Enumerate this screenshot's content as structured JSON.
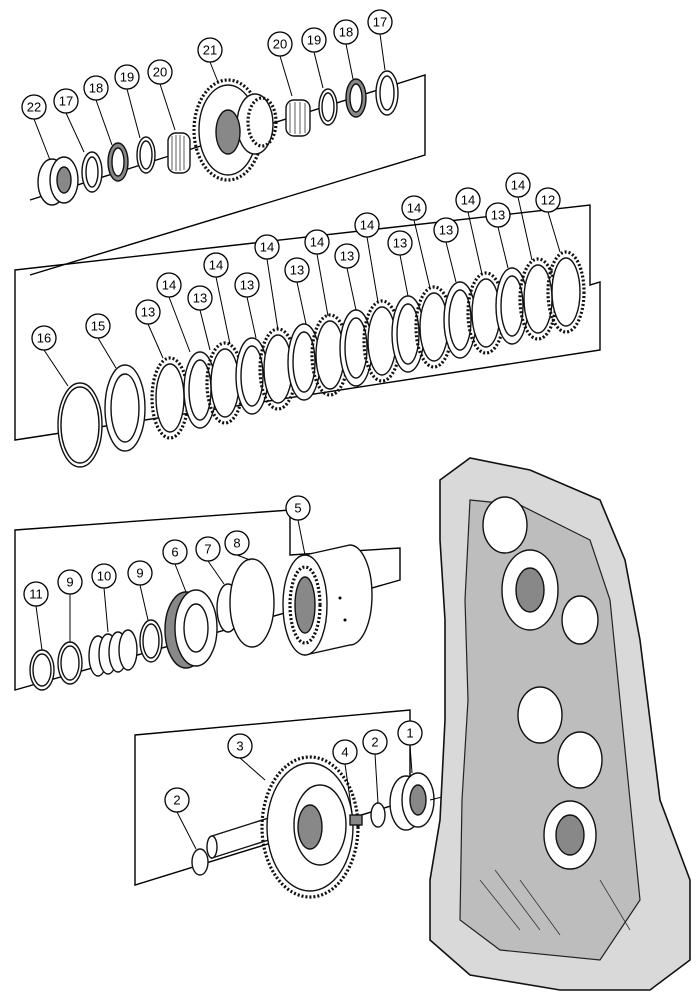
{
  "callouts": [
    {
      "id": "c22",
      "label": "22"
    },
    {
      "id": "c17a",
      "label": "17"
    },
    {
      "id": "c18a",
      "label": "18"
    },
    {
      "id": "c19a",
      "label": "19"
    },
    {
      "id": "c20a",
      "label": "20"
    },
    {
      "id": "c21",
      "label": "21"
    },
    {
      "id": "c20b",
      "label": "20"
    },
    {
      "id": "c19b",
      "label": "19"
    },
    {
      "id": "c18b",
      "label": "18"
    },
    {
      "id": "c17b",
      "label": "17"
    },
    {
      "id": "c16",
      "label": "16"
    },
    {
      "id": "c15",
      "label": "15"
    },
    {
      "id": "c13a",
      "label": "13"
    },
    {
      "id": "c14a",
      "label": "14"
    },
    {
      "id": "c13b",
      "label": "13"
    },
    {
      "id": "c14b",
      "label": "14"
    },
    {
      "id": "c13c",
      "label": "13"
    },
    {
      "id": "c14c",
      "label": "14"
    },
    {
      "id": "c13d",
      "label": "13"
    },
    {
      "id": "c14d",
      "label": "14"
    },
    {
      "id": "c13e",
      "label": "13"
    },
    {
      "id": "c14e",
      "label": "14"
    },
    {
      "id": "c13f",
      "label": "13"
    },
    {
      "id": "c14f",
      "label": "14"
    },
    {
      "id": "c13g",
      "label": "13"
    },
    {
      "id": "c14g",
      "label": "14"
    },
    {
      "id": "c13h",
      "label": "13"
    },
    {
      "id": "c14h",
      "label": "14"
    },
    {
      "id": "c12",
      "label": "12"
    },
    {
      "id": "c11",
      "label": "11"
    },
    {
      "id": "c9a",
      "label": "9"
    },
    {
      "id": "c10",
      "label": "10"
    },
    {
      "id": "c9b",
      "label": "9"
    },
    {
      "id": "c6",
      "label": "6"
    },
    {
      "id": "c7",
      "label": "7"
    },
    {
      "id": "c8",
      "label": "8"
    },
    {
      "id": "c5",
      "label": "5"
    },
    {
      "id": "c2a",
      "label": "2"
    },
    {
      "id": "c3",
      "label": "3"
    },
    {
      "id": "c4",
      "label": "4"
    },
    {
      "id": "c2b",
      "label": "2"
    },
    {
      "id": "c1",
      "label": "1"
    }
  ]
}
